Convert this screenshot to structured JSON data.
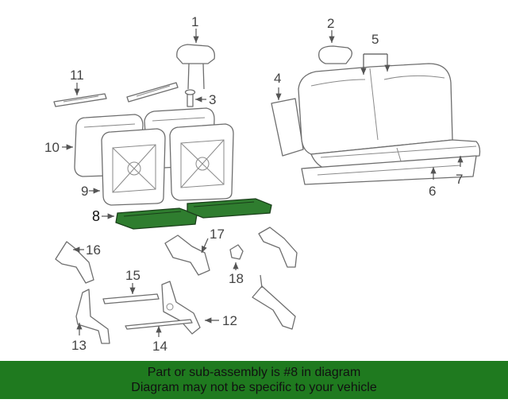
{
  "diagram": {
    "callouts": [
      "1",
      "2",
      "3",
      "4",
      "5",
      "6",
      "7",
      "8",
      "9",
      "10",
      "11",
      "12",
      "13",
      "14",
      "15",
      "16",
      "17",
      "18"
    ],
    "highlighted_part": "8",
    "highlight_color": "#2f7d2f"
  },
  "banner": {
    "line1": "Part or sub-assembly is #8 in diagram",
    "line2": "Diagram may not be specific to your vehicle",
    "background_color": "#1f7a1f"
  }
}
